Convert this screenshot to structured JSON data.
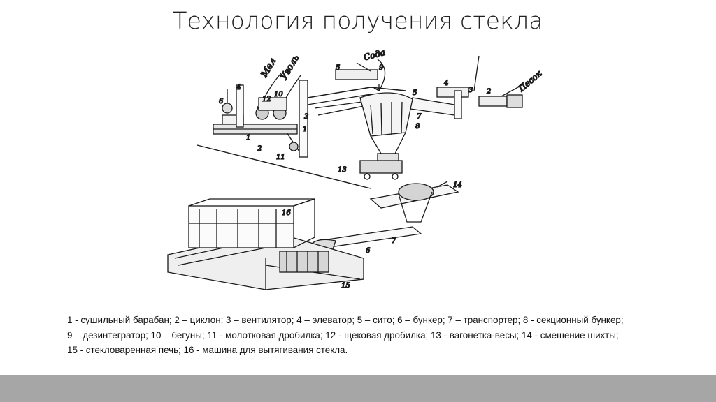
{
  "title": "Технология получения стекла",
  "diagram": {
    "incoming_labels": {
      "chalk": "Мел",
      "coal": "Уголь",
      "soda": "Сода",
      "sand": "Песок"
    },
    "callouts": [
      "6",
      "4",
      "12",
      "10",
      "3",
      "5",
      "9",
      "7",
      "8",
      "5",
      "4",
      "2",
      "3",
      "1",
      "2",
      "11",
      "13",
      "14",
      "16",
      "7",
      "6",
      "15",
      "1"
    ]
  },
  "caption": {
    "lines": [
      "1 - сушильный барабан; 2 – циклон; 3 – вентилятор; 4 – элеватор; 5 – сито; 6 – бункер; 7 – транспортер; 8 - секционный бункер;",
      "9 – дезинтегратор; 10 – бегуны; 11 - молотковая дробилка; 12 - щековая дробилка; 13 - вагонетка-весы; 14 - смешение шихты;",
      "15 - стекловаренная печь; 16 - машина для вытягивания стекла."
    ]
  }
}
